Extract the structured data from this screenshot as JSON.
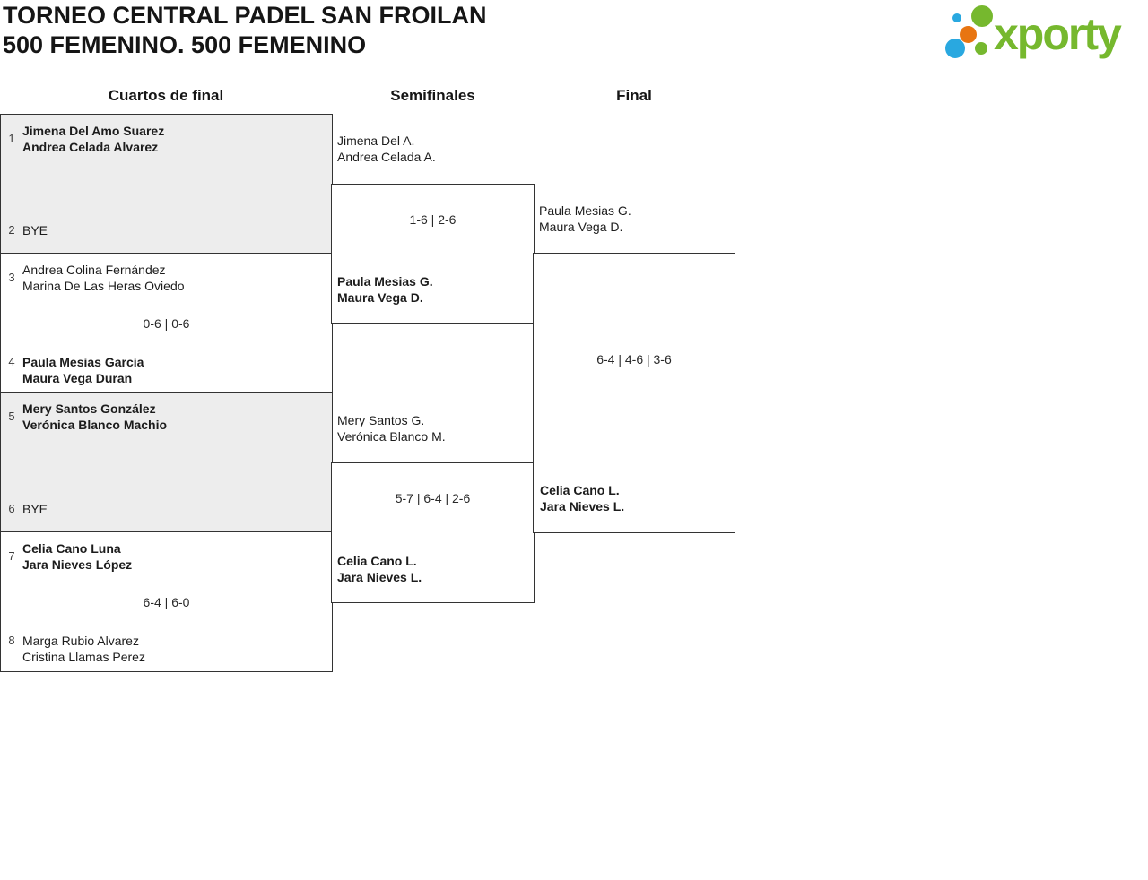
{
  "title": {
    "line1": "TORNEO CENTRAL PADEL SAN FROILAN",
    "line2": "500 FEMENINO. 500 FEMENINO"
  },
  "logo": {
    "brand": "xporty",
    "colors": {
      "green": "#76b82e",
      "blue": "#29a8e0",
      "orange": "#e87511"
    }
  },
  "columns": [
    {
      "label": "Cuartos de final"
    },
    {
      "label": "Semifinales"
    },
    {
      "label": "Final"
    }
  ],
  "bracket": {
    "quarterfinals": [
      {
        "seed_top": "1",
        "team_top": [
          "Jimena Del Amo Suarez",
          "Andrea Celada Alvarez"
        ],
        "top_bold": true,
        "score": "",
        "seed_bottom": "2",
        "team_bottom": [
          "BYE"
        ],
        "bottom_bold": false
      },
      {
        "seed_top": "3",
        "team_top": [
          "Andrea Colina Fernández",
          "Marina De Las Heras Oviedo"
        ],
        "top_bold": false,
        "score": "0-6 | 0-6",
        "seed_bottom": "4",
        "team_bottom": [
          "Paula Mesias Garcia",
          "Maura Vega Duran"
        ],
        "bottom_bold": true
      },
      {
        "seed_top": "5",
        "team_top": [
          "Mery Santos González",
          "Verónica Blanco Machio"
        ],
        "top_bold": true,
        "score": "",
        "seed_bottom": "6",
        "team_bottom": [
          "BYE"
        ],
        "bottom_bold": false
      },
      {
        "seed_top": "7",
        "team_top": [
          "Celia Cano Luna",
          "Jara Nieves López"
        ],
        "top_bold": true,
        "score": "6-4 | 6-0",
        "seed_bottom": "8",
        "team_bottom": [
          "Marga Rubio Alvarez",
          "Cristina Llamas Perez"
        ],
        "bottom_bold": false
      }
    ],
    "semifinals": [
      {
        "team_top": [
          "Jimena Del A.",
          "Andrea Celada A."
        ],
        "top_bold": false,
        "score": "1-6 | 2-6",
        "winner": [
          "Paula Mesias G.",
          "Maura Vega D."
        ],
        "winner_bold": true
      },
      {
        "team_top": [
          "Mery Santos G.",
          "Verónica Blanco M."
        ],
        "top_bold": false,
        "score": "5-7 | 6-4 | 2-6",
        "winner": [
          "Celia Cano L.",
          "Jara Nieves L."
        ],
        "winner_bold": true
      }
    ],
    "final": {
      "team_top": [
        "Paula Mesias G.",
        "Maura Vega D."
      ],
      "top_bold": false,
      "score": "6-4 | 4-6 | 3-6",
      "winner": [
        "Celia Cano L.",
        "Jara Nieves L."
      ],
      "winner_bold": true
    }
  }
}
